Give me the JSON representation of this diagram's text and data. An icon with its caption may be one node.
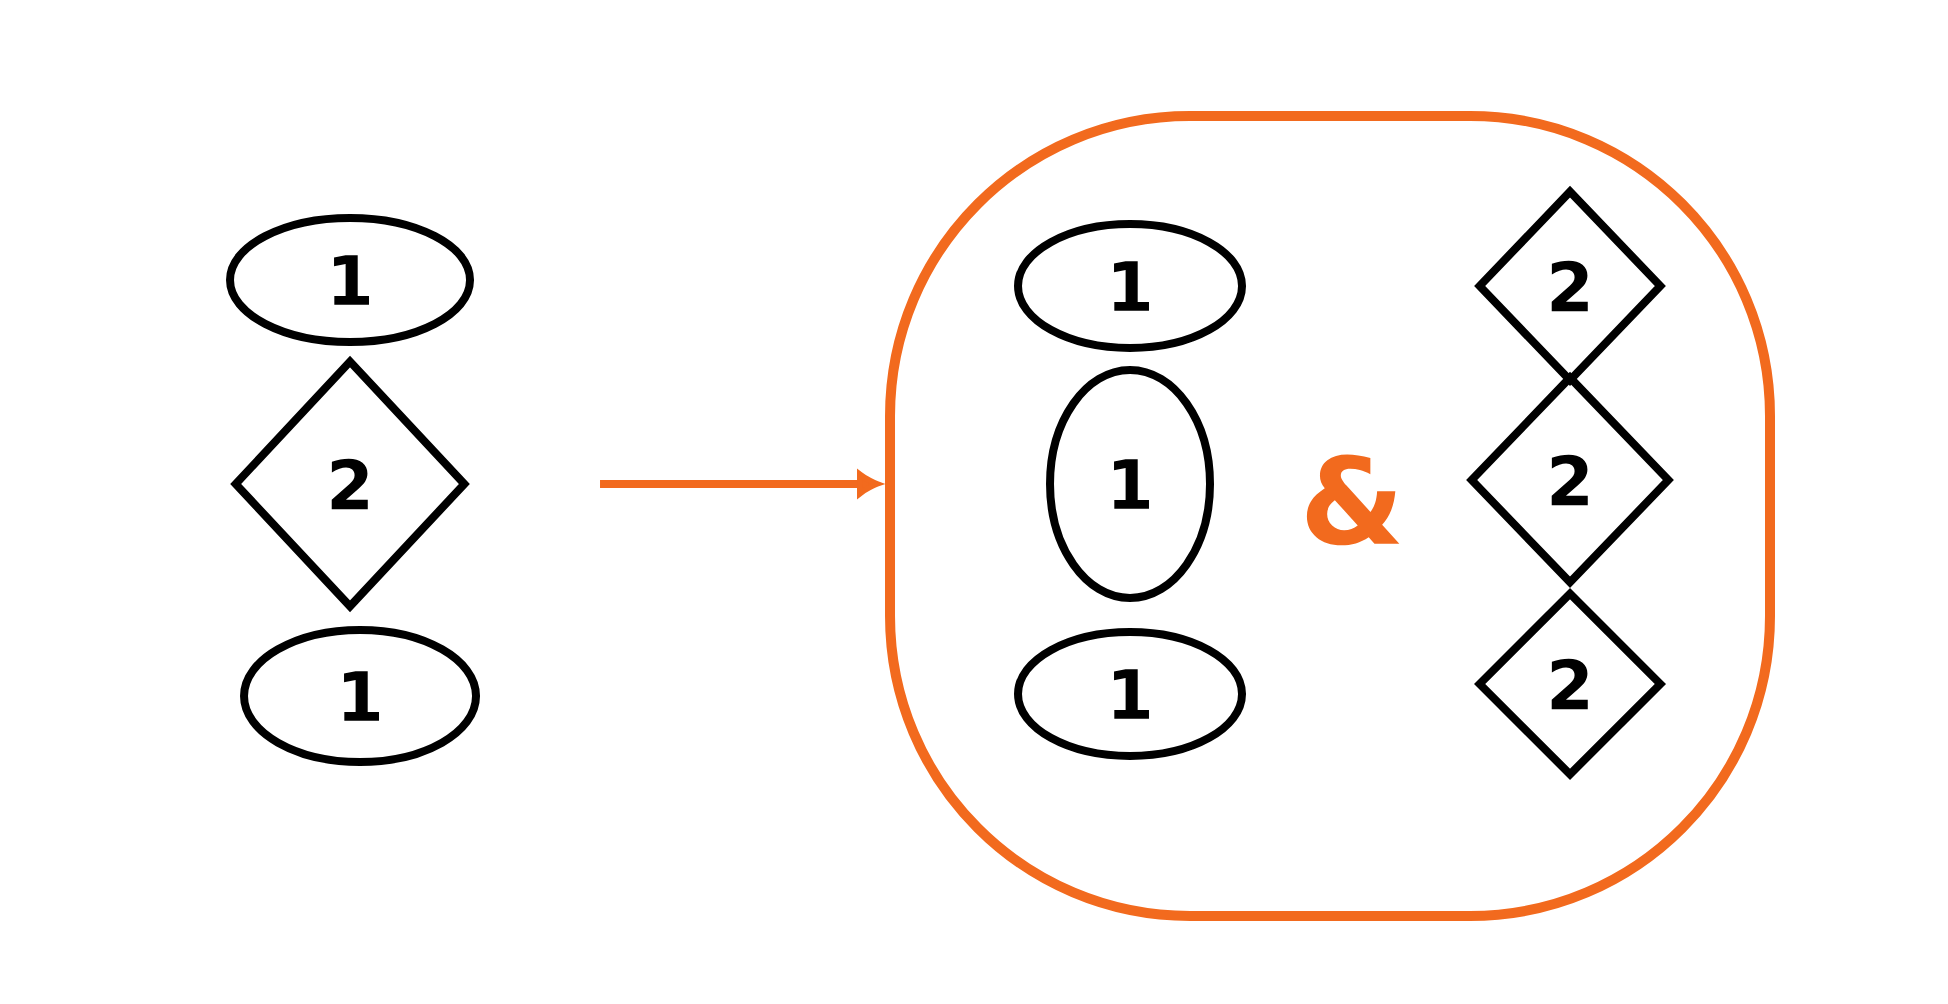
{
  "diagram": {
    "nodes": [
      {
        "text": [
          "1"
        ]
      },
      {
        "text": [
          "2"
        ]
      },
      {
        "text": [
          "1"
        ]
      },
      {
        "text": [],
        "shape": "circle"
      },
      {
        "text": [
          "1"
        ],
        "in": 3
      },
      {
        "text": [
          "1"
        ],
        "in": 3
      },
      {
        "text": [
          "1"
        ],
        "in": 3
      },
      {
        "text": [
          "2"
        ],
        "in": 3
      },
      {
        "text": [
          "2"
        ],
        "in": 3
      },
      {
        "text": [
          "2"
        ],
        "in": 3
      }
    ],
    "edges": [
      {
        "from": null,
        "to": 3,
        "arrow": "to",
        "color": "#f26a1e"
      }
    ],
    "labels": [
      "&"
    ]
  }
}
